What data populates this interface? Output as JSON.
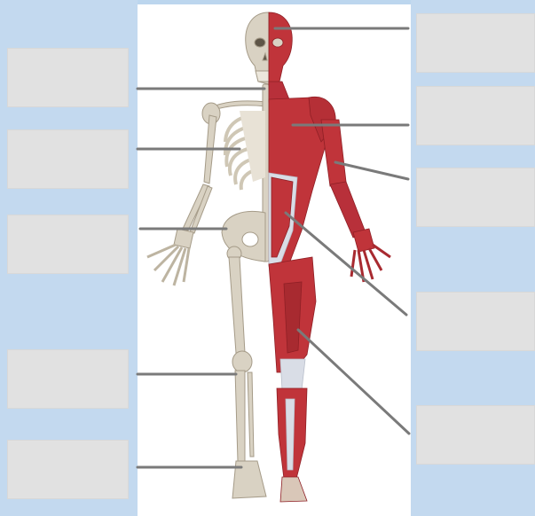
{
  "diagram": {
    "left_labels": [
      {
        "id": "L1",
        "text": ""
      },
      {
        "id": "L2",
        "text": ""
      },
      {
        "id": "L3",
        "text": ""
      },
      {
        "id": "L4",
        "text": ""
      },
      {
        "id": "L5",
        "text": ""
      }
    ],
    "right_labels": [
      {
        "id": "R1",
        "text": ""
      },
      {
        "id": "R2",
        "text": ""
      },
      {
        "id": "R3",
        "text": ""
      },
      {
        "id": "R4",
        "text": ""
      },
      {
        "id": "R5",
        "text": ""
      }
    ],
    "colors": {
      "background": "#bcd6ee",
      "label_box": "#e1e1e1",
      "leader_line": "#7a7a7a",
      "bone": "#d9d2c3",
      "bone_shade": "#a59b88",
      "muscle": "#c0343a",
      "muscle_dark": "#8f1f25",
      "tendon": "#d9dde6"
    }
  }
}
